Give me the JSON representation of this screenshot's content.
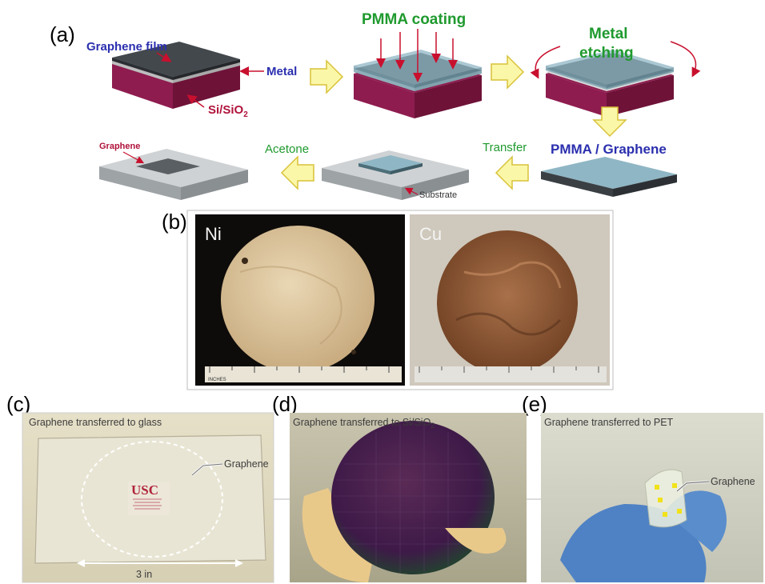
{
  "panels": {
    "a": "(a)",
    "b": "(b)",
    "c": "(c)",
    "d": "(d)",
    "e": "(e)"
  },
  "process": {
    "graphene_film": "Graphene film",
    "metal": "Metal",
    "si_sio2_main": "Si/SiO",
    "si_sio2_sub": "2",
    "pmma_coating": "PMMA coating",
    "metal_etching_1": "Metal",
    "metal_etching_2": "etching",
    "pmma_graphene": "PMMA / Graphene",
    "transfer": "Transfer",
    "acetone": "Acetone",
    "substrate": "Substrate",
    "graphene": "Graphene"
  },
  "metals": {
    "ni": "Ni",
    "cu": "Cu",
    "ruler_inches": "INCHES"
  },
  "photos": {
    "glass_caption": "Graphene transferred to glass",
    "glass_pointer": "Graphene",
    "usc_logo": "USC",
    "width_label": "3 in",
    "si_caption_main": "Graphene transferred to Si/SiO",
    "si_caption_sub": "2",
    "pet_caption": "Graphene transferred to PET",
    "pet_pointer": "Graphene"
  },
  "colors": {
    "label_blue": "#2b2fae",
    "label_green": "#1f9a2e",
    "label_red": "#b0123a",
    "arrow_fill": "#fbf7a8",
    "arrow_stroke": "#d8c23a",
    "substrate_maroon": "#7d1a45",
    "graphene_dark": "#3a3f44"
  }
}
